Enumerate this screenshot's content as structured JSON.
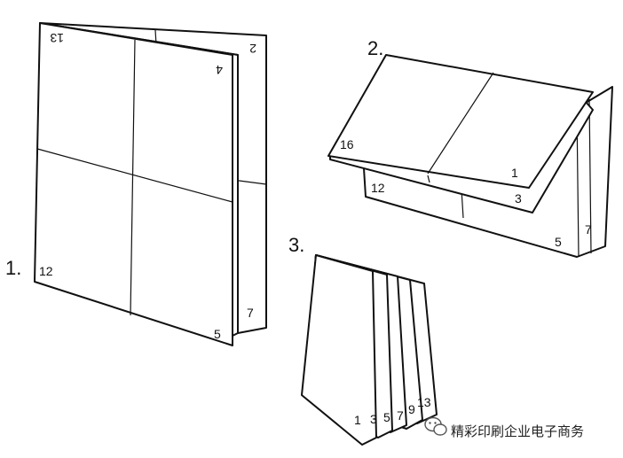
{
  "steps": {
    "one": {
      "label": "1.",
      "pages": {
        "p13": "13",
        "p2": "2",
        "p4": "4",
        "p12": "12",
        "p7": "7",
        "p5": "5"
      }
    },
    "two": {
      "label": "2.",
      "pages": {
        "p16": "16",
        "p1": "1",
        "p12": "12",
        "p3": "3",
        "p5": "5",
        "p7": "7"
      }
    },
    "three": {
      "label": "3.",
      "pages": {
        "p1": "1",
        "p3": "3",
        "p5": "5",
        "p7": "7",
        "p9": "9",
        "p13": "13"
      }
    }
  },
  "watermark": {
    "text": "精彩印刷企业电子商务",
    "icon": "wechat-icon"
  }
}
